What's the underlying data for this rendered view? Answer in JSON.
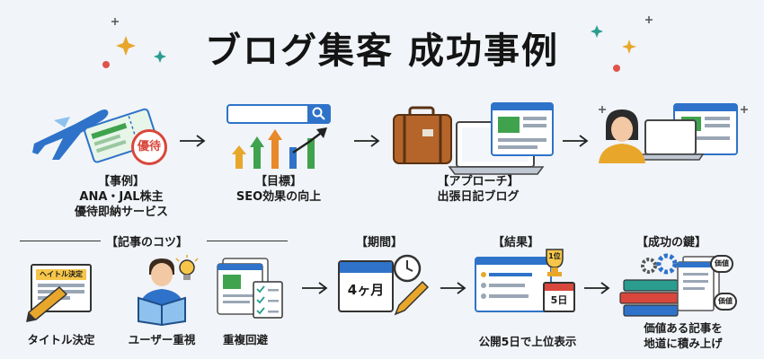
{
  "title": "ブログ集客 成功事例",
  "top_row": {
    "case": {
      "heading": "【事例】",
      "line1": "ANA・JAL株主",
      "line2": "優待即納サービス",
      "stamp": "優待"
    },
    "goal": {
      "heading": "【目標】",
      "line1": "SEO効果の向上"
    },
    "approach": {
      "heading": "【アプローチ】",
      "line1": "出張日記ブログ"
    }
  },
  "bottom_row": {
    "tips": {
      "heading": "【記事のコツ】",
      "items": [
        {
          "label": "タイトル決定",
          "card": "ヘイトル決定"
        },
        {
          "label": "ユーザー重視"
        },
        {
          "label": "重複回避"
        }
      ]
    },
    "period": {
      "heading": "【期間】",
      "calendar": "4ヶ月"
    },
    "result": {
      "heading": "【結果】",
      "badge": "1位",
      "calendar": "5日",
      "label": "公開5日で上位表示"
    },
    "key": {
      "heading": "【成功の鍵】",
      "tag1": "価値",
      "tag2": "価値",
      "line1": "価値ある記事を",
      "line2": "地道に積み上げ"
    }
  },
  "colors": {
    "accent_blue": "#2e73c9",
    "green": "#3fa34d",
    "orange": "#e8892b",
    "red": "#d9463b",
    "teal": "#2a9d8f",
    "bag_brown": "#b5652a"
  }
}
